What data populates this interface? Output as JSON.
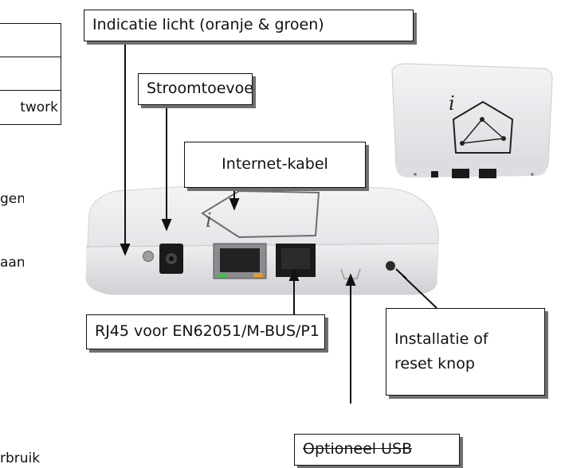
{
  "callouts": {
    "indicator": "Indicatie licht (oranje & groen)",
    "power": "Stroomtoevoer",
    "internet": "Internet-kabel",
    "rj45": "RJ45 voor EN62051/M-BUS/P1",
    "install_line1": "Installatie of",
    "install_line2": "reset knop",
    "usb": "Optioneel USB"
  },
  "left_fragments": {
    "table_row3": "twork",
    "frag1": "gen,",
    "frag2": "aan",
    "frag3": "rbruik."
  },
  "device_logo_letter": "i",
  "colors": {
    "device_body": "#e9eaec",
    "port_dark": "#1a1a1a",
    "led_green": "#3fbf4a",
    "led_orange": "#e79a2c"
  }
}
